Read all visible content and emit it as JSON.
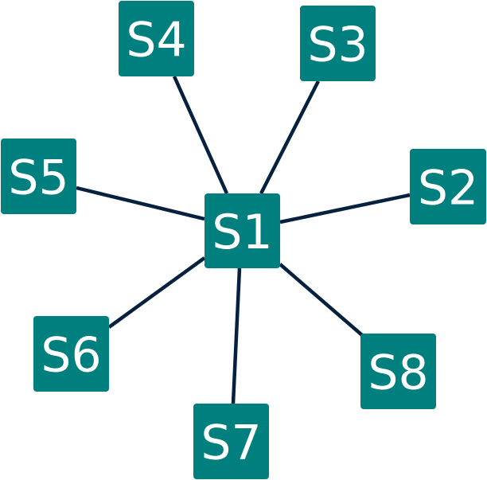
{
  "colors": {
    "node_fill": "#007f7f",
    "edge_stroke": "#062140",
    "label": "#ffffff"
  },
  "nodes": [
    {
      "id": "S1",
      "label": "S1"
    },
    {
      "id": "S2",
      "label": "S2"
    },
    {
      "id": "S3",
      "label": "S3"
    },
    {
      "id": "S4",
      "label": "S4"
    },
    {
      "id": "S5",
      "label": "S5"
    },
    {
      "id": "S6",
      "label": "S6"
    },
    {
      "id": "S7",
      "label": "S7"
    },
    {
      "id": "S8",
      "label": "S8"
    }
  ],
  "edges": [
    {
      "from": "S1",
      "to": "S2"
    },
    {
      "from": "S1",
      "to": "S3"
    },
    {
      "from": "S1",
      "to": "S4"
    },
    {
      "from": "S1",
      "to": "S5"
    },
    {
      "from": "S1",
      "to": "S6"
    },
    {
      "from": "S1",
      "to": "S7"
    },
    {
      "from": "S1",
      "to": "S8"
    }
  ]
}
